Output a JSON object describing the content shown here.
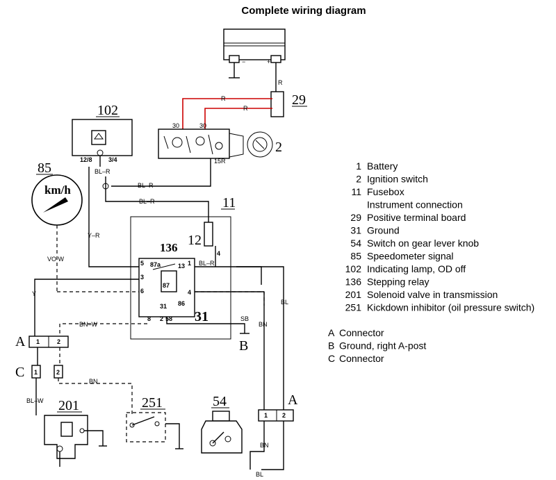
{
  "title": "Complete wiring diagram",
  "components": {
    "battery": {
      "minus": "−",
      "plus": "+"
    },
    "fusebox": "29",
    "ignition_switch": "2",
    "ignition_terminals": [
      "30",
      "30",
      "15R"
    ],
    "od_lamp": {
      "number": "102",
      "pins": [
        "12/8",
        "3/4"
      ]
    },
    "speedometer": {
      "number": "85",
      "unit": "km/h"
    },
    "fuse_11": "11",
    "relay_12": "12",
    "relay": {
      "number": "136",
      "pins": [
        "5",
        "1",
        "3",
        "6",
        "4",
        "8",
        "2",
        "87a",
        "87",
        "13",
        "31",
        "86",
        "58"
      ]
    },
    "ground_31": "31",
    "connector_a_left": {
      "label": "A",
      "pins": [
        "1",
        "2"
      ]
    },
    "connector_c": {
      "label": "C",
      "pins": [
        "1",
        "2"
      ]
    },
    "solenoid": "201",
    "kickdown": "251",
    "gear_switch": "54",
    "connector_a_right": {
      "label": "A",
      "pins": [
        "1",
        "2"
      ]
    },
    "ground_b": "B"
  },
  "wire_labels": {
    "r1": "R",
    "r2": "R",
    "r3": "R",
    "bl_r_1": "BL–R",
    "bl_r_2": "BL–R",
    "bl_r_3": "BL–R",
    "bl_r_4": "BL–R",
    "y_r": "Y–R",
    "vo_w": "VO W",
    "y": "Y",
    "bn_w": "BN–W",
    "bl_w": "BL–W",
    "bn_1": "BN",
    "bn_2": "BN",
    "bn_3": "BN",
    "bl_1": "BL",
    "bl_2": "BL",
    "sb": "SB",
    "ground_pin": "4"
  },
  "legend": [
    {
      "num": "1",
      "text": "Battery"
    },
    {
      "num": "2",
      "text": "Ignition switch"
    },
    {
      "num": "11",
      "text": "Fusebox"
    },
    {
      "num": "",
      "text": "Instrument connection"
    },
    {
      "num": "29",
      "text": "Positive terminal board"
    },
    {
      "num": "31",
      "text": "Ground"
    },
    {
      "num": "54",
      "text": "Switch on gear lever knob"
    },
    {
      "num": "85",
      "text": "Speedometer signal"
    },
    {
      "num": "102",
      "text": "Indicating lamp, OD off"
    },
    {
      "num": "136",
      "text": "Stepping relay"
    },
    {
      "num": "201",
      "text": "Solenoid valve in transmission"
    },
    {
      "num": "251",
      "text": "Kickdown inhibitor (oil pressure switch)"
    }
  ],
  "legend_letters": [
    {
      "num": "A",
      "text": "Connector"
    },
    {
      "num": "B",
      "text": "Ground, right A-post"
    },
    {
      "num": "C",
      "text": "Connector"
    }
  ]
}
